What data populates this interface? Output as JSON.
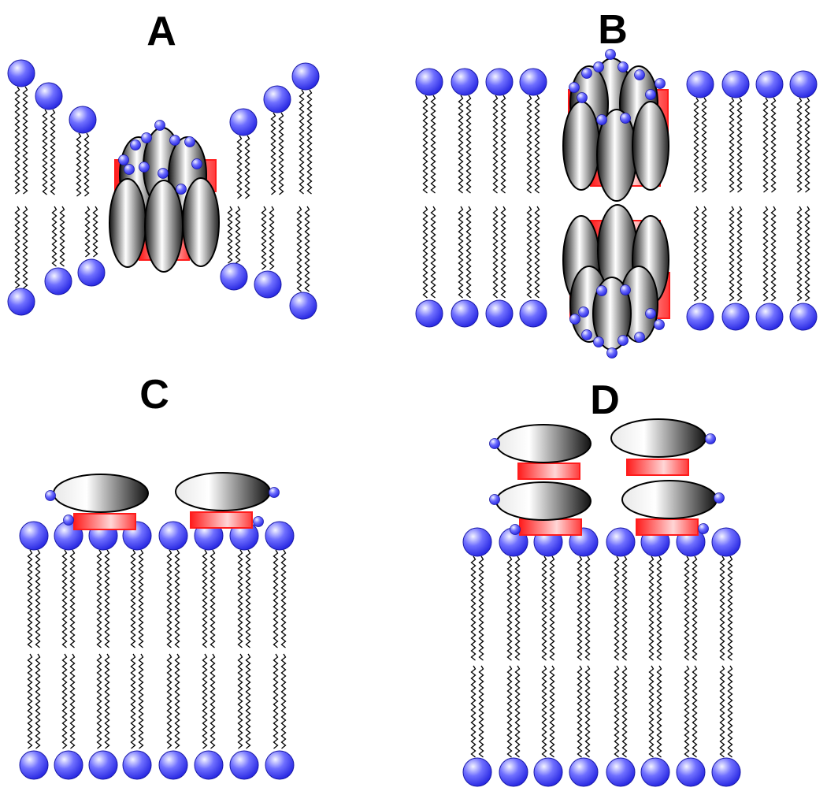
{
  "panels": [
    {
      "id": "A",
      "label": "A"
    },
    {
      "id": "B",
      "label": "B"
    },
    {
      "id": "C",
      "label": "C"
    },
    {
      "id": "D",
      "label": "D"
    }
  ],
  "colors": {
    "lipid_head": "#3b3bff",
    "lipid_head_highlight": "#f4f4ff",
    "lipid_tail": "#000000",
    "peptide_core": "#ff1c1c",
    "peptide_core_light": "#ffe5e5",
    "helix_dark": "#111111",
    "helix_light": "#ffffff",
    "background": "#ffffff"
  },
  "icons": [
    "lipid-head-icon",
    "lipid-tail-icon",
    "helix-icon",
    "peptide-core-icon",
    "charged-residue-icon"
  ]
}
